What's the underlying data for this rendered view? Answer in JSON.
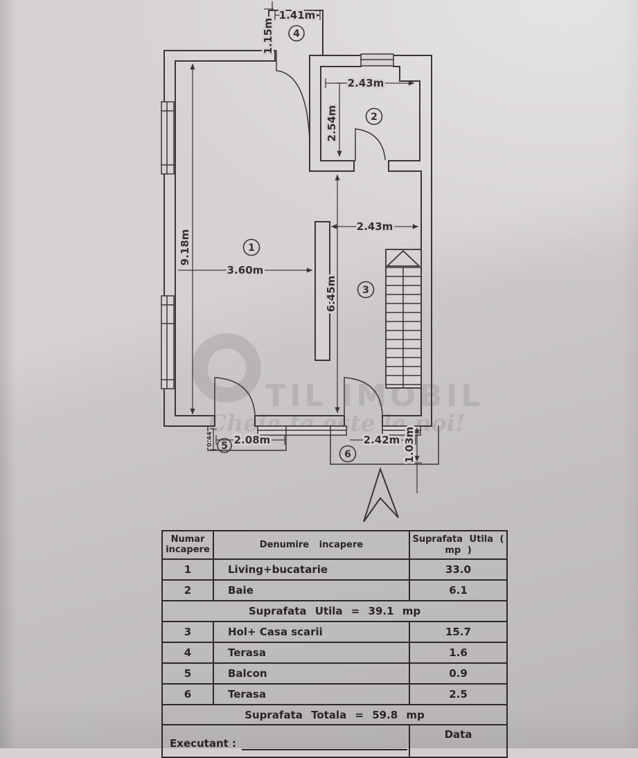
{
  "plan": {
    "watermark": {
      "brand_text": "TIL IMOBIL",
      "tagline": "Cheia ta este la noi!"
    },
    "labels": {
      "living": "1",
      "bath": "2",
      "hall": "3",
      "terrace_top": "4",
      "balcony": "5",
      "terrace_bottom": "6"
    },
    "dims": {
      "terrace_top_width": "1.41m",
      "terrace_top_depth": "1.15m",
      "bath_width": "2.43m",
      "bath_height": "2.54m",
      "living_height": "9.18m",
      "living_width": "3.60m",
      "hall_width": "2.43m",
      "hall_height": "6.45m",
      "balcony_width": "2.08m",
      "balcony_depth": "0.44",
      "terrace_bottom_width": "2.42m",
      "terrace_bottom_depth": "1.03m"
    }
  },
  "table": {
    "header": {
      "col_num": "Numar incapere",
      "col_name": "Denumire incapere",
      "col_area": "Suprafata Utila ( mp )"
    },
    "rows_upper": [
      {
        "num": "1",
        "name": "Living+bucatarie",
        "area": "33.0"
      },
      {
        "num": "2",
        "name": "Baie",
        "area": "6.1"
      }
    ],
    "subtotal": "Suprafata Utila = 39.1 mp",
    "rows_lower": [
      {
        "num": "3",
        "name": "Hol+ Casa scarii",
        "area": "15.7"
      },
      {
        "num": "4",
        "name": "Terasa",
        "area": "1.6"
      },
      {
        "num": "5",
        "name": "Balcon",
        "area": "0.9"
      },
      {
        "num": "6",
        "name": "Terasa",
        "area": "2.5"
      }
    ],
    "total": "Suprafata Totala = 59.8 mp",
    "footer": {
      "executant": "Executant :",
      "data": "Data"
    }
  }
}
